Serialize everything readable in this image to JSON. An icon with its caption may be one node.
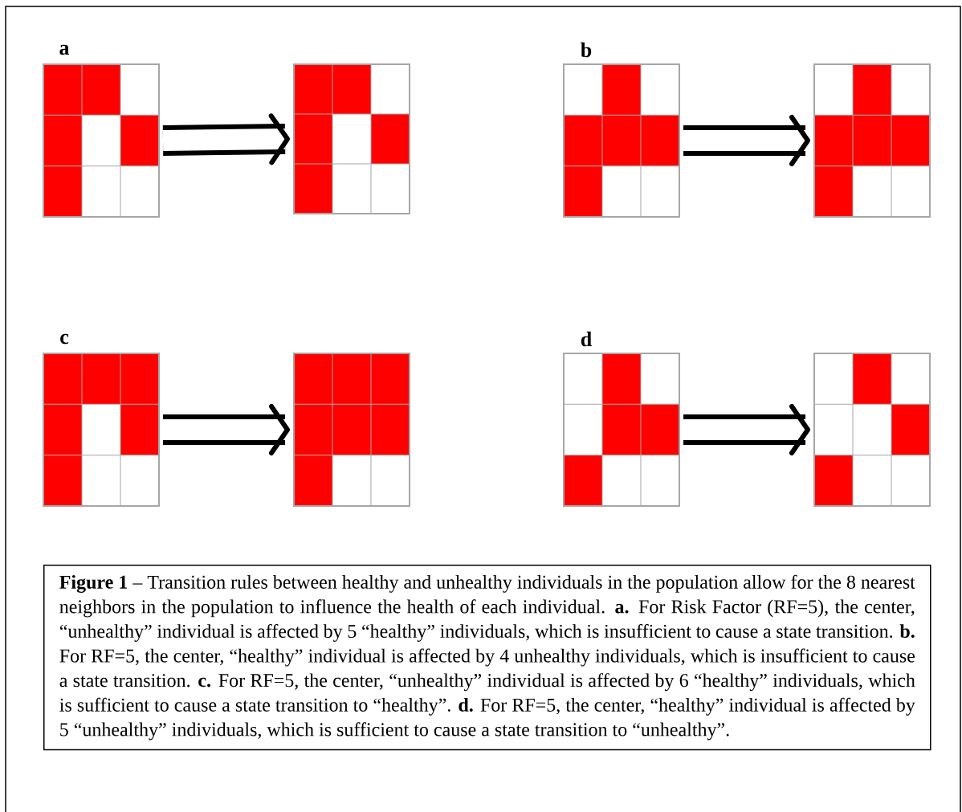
{
  "diagram": {
    "caption": "**Figure 1** – Transition rules between healthy and unhealthy individuals in the population allow for the 8 nearest neighbors in the population to influence the health of each individual. **a.** For Risk Factor (RF=5), the center, “unhealthy” individual is affected by 5 “healthy” individuals, which is insufficient to cause a state transition.  **b.** For RF=5, the center, “healthy” individual is affected by 4 unhealthy individuals, which is insufficient to cause a state transition. **c.** For RF=5, the center, “unhealthy” individual is affected by 6 “healthy” individuals, which is sufficient to cause a state transition to “healthy”. **d.** For RF=5, the center, “healthy” individual is affected by 5 “unhealthy” individuals, which is sufficient to cause a state transition to “unhealthy”.",
    "nodes": [
      {
        "text": [],
        "shape": "grid"
      },
      {
        "text": [],
        "shape": "grid"
      },
      {
        "text": [],
        "shape": "grid"
      },
      {
        "text": [],
        "shape": "grid"
      },
      {
        "text": [],
        "shape": "grid"
      },
      {
        "text": [],
        "shape": "grid"
      },
      {
        "text": [],
        "shape": "grid"
      },
      {
        "text": [],
        "shape": "grid"
      }
    ],
    "edges": [
      {
        "from": 0,
        "to": 1,
        "arrow": "to"
      },
      {
        "from": 2,
        "to": 3,
        "arrow": "to"
      },
      {
        "from": 4,
        "to": 5,
        "arrow": "to"
      },
      {
        "from": 6,
        "to": 7,
        "arrow": "to"
      }
    ],
    "labels": [
      "a",
      "b",
      "c",
      "d"
    ]
  }
}
